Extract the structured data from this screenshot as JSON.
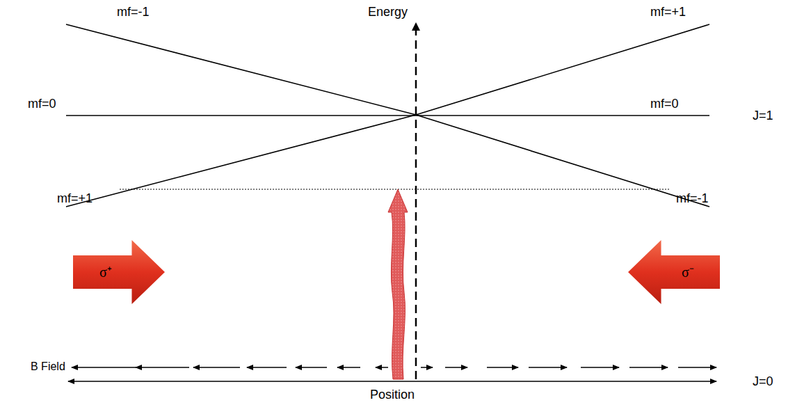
{
  "diagram": {
    "nodes": [
      {
        "text": [
          "σ⁺"
        ]
      },
      {
        "text": [
          "σ⁻"
        ]
      }
    ],
    "labels": [
      "Energy",
      "mf=-1",
      "mf=+1",
      "mf=0",
      "mf=0",
      "J=1",
      "mf=+1",
      "mf=-1",
      "B Field",
      "Position",
      "J=0"
    ]
  }
}
